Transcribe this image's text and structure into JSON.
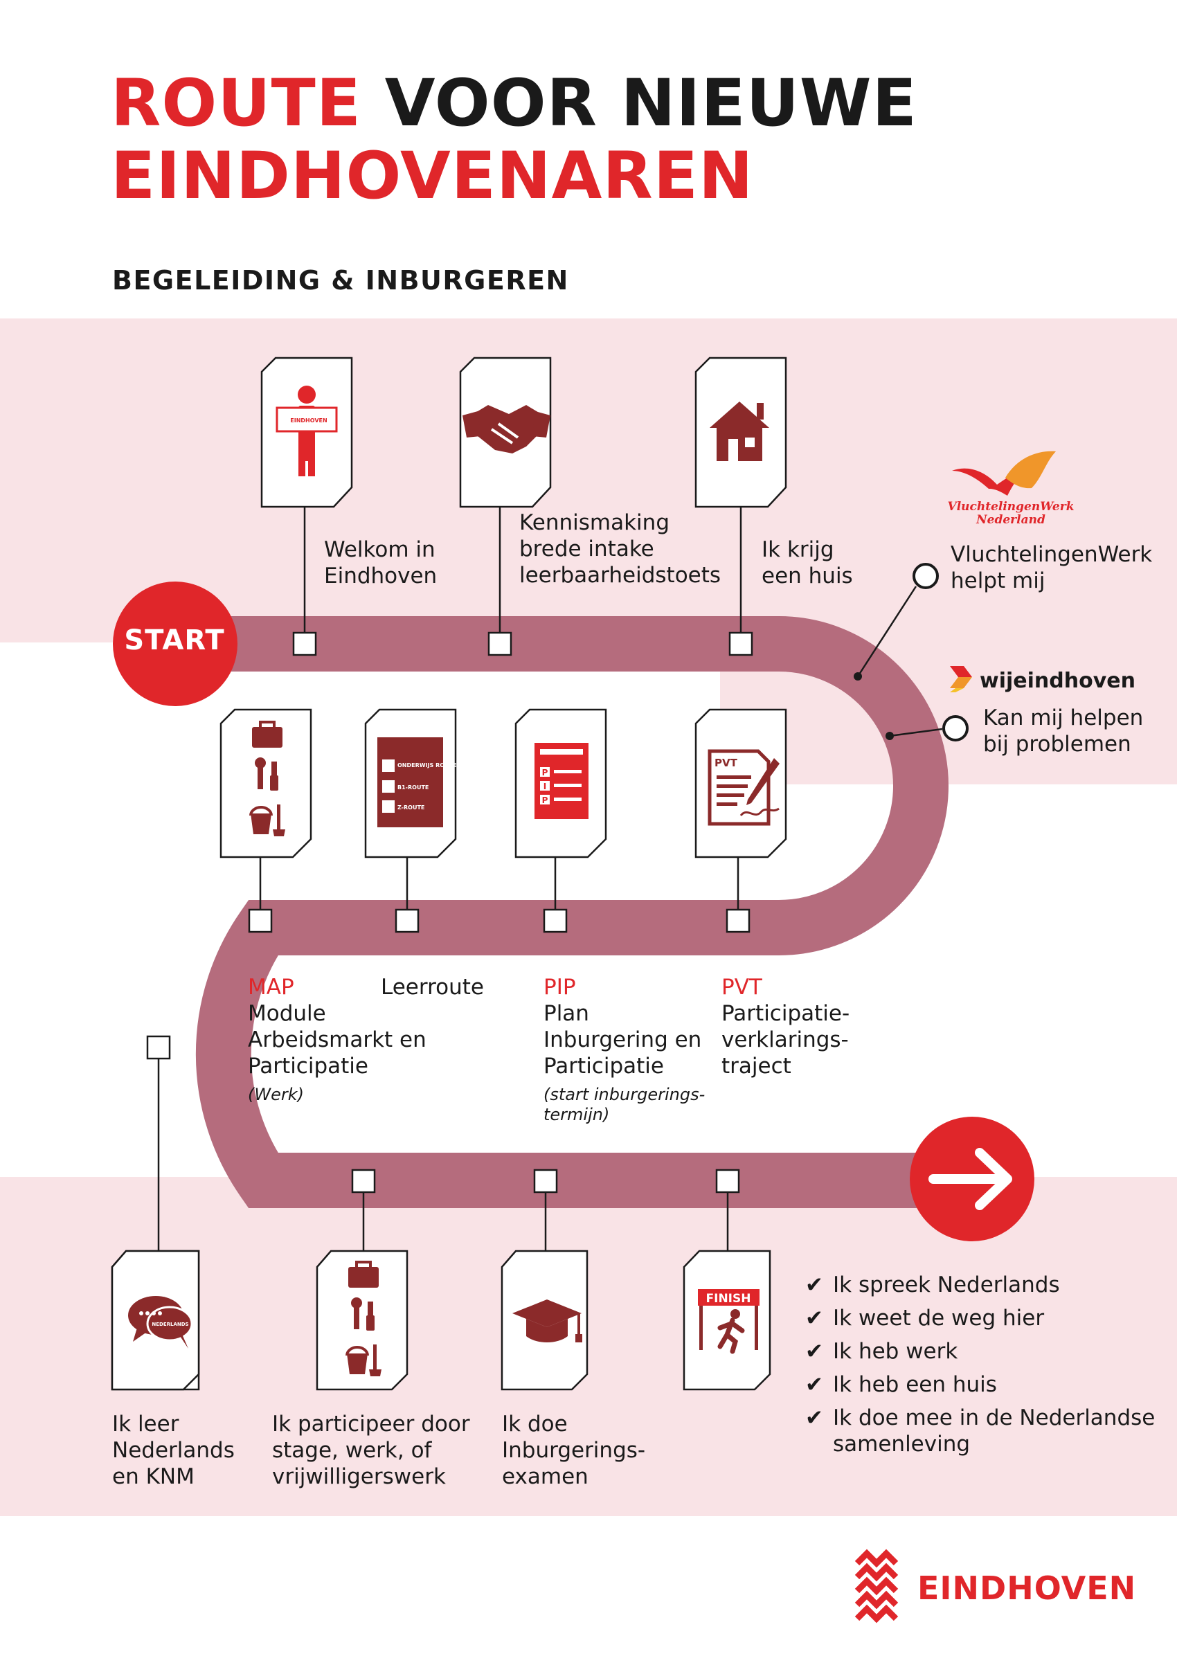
{
  "title": {
    "line1_red": "ROUTE",
    "line1_black": "VOOR NIEUWE",
    "line2": "EINDHOVENAREN"
  },
  "subtitle": "BEGELEIDING & INBURGEREN",
  "start_label": "START",
  "top_steps": [
    {
      "icon": "person-with-eindhoven-sign-icon",
      "sign_text": "EINDHOVEN",
      "lines": [
        "Welkom in",
        "Eindhoven"
      ]
    },
    {
      "icon": "handshake-icon",
      "lines": [
        "Kennismaking",
        "brede intake",
        "leerbaarheidstoets"
      ]
    },
    {
      "icon": "house-icon",
      "lines": [
        "Ik krijg",
        "een huis"
      ]
    }
  ],
  "helpers": [
    {
      "logo": "VluchtelingenWerk Nederland",
      "logo_line1": "VluchtelingenWerk",
      "logo_line2": "Nederland",
      "lines": [
        "VluchtelingenWerk",
        "helpt mij"
      ]
    },
    {
      "logo": "wijeindhoven",
      "lines": [
        "Kan mij helpen",
        "bij problemen"
      ]
    }
  ],
  "middle_steps": [
    {
      "icon": "toolbox-tools-bucket-icon",
      "abbr": "MAP",
      "lines": [
        "Module",
        "Arbeidsmarkt en",
        "Participatie"
      ],
      "note": [
        "(Werk)"
      ]
    },
    {
      "icon": "leerroute-checklist-icon",
      "card_items": [
        "ONDERWIJS ROUTE",
        "B1-ROUTE",
        "Z-ROUTE"
      ],
      "abbr": "",
      "lines": [
        "Leerroute"
      ],
      "note": []
    },
    {
      "icon": "pip-plan-icon",
      "card_items": [
        "P",
        "I",
        "P"
      ],
      "abbr": "PIP",
      "lines": [
        "Plan",
        "Inburgering en",
        "Participatie"
      ],
      "note": [
        "(start inburgerings-",
        "termijn)"
      ]
    },
    {
      "icon": "pvt-document-signing-icon",
      "card_label": "PVT",
      "abbr": "PVT",
      "lines": [
        "Participatie-",
        "verklarings-",
        "traject"
      ],
      "note": []
    }
  ],
  "bottom_steps": [
    {
      "icon": "speech-bubbles-nederlands-icon",
      "bubble_text": "NEDERLANDS",
      "lines": [
        "Ik leer",
        "Nederlands",
        "en KNM"
      ]
    },
    {
      "icon": "toolbox-tools-bucket-icon",
      "lines": [
        "Ik participeer door",
        "stage, werk, of",
        "vrijwilligerswerk"
      ]
    },
    {
      "icon": "graduation-cap-icon",
      "lines": [
        "Ik doe",
        "Inburgerings-",
        "examen"
      ]
    },
    {
      "icon": "finish-runner-icon",
      "finish_text": "FINISH",
      "lines": []
    }
  ],
  "outcomes": [
    "Ik spreek Nederlands",
    "Ik weet de weg hier",
    "Ik heb werk",
    "Ik heb een huis",
    "Ik doe mee in de Nederlandse",
    "samenleving"
  ],
  "footer_logo": "EINDHOVEN",
  "colors": {
    "red": "#e0262a",
    "route": "#b56c7d",
    "icon_brown": "#8b2a2a",
    "band": "#f9e3e6"
  }
}
